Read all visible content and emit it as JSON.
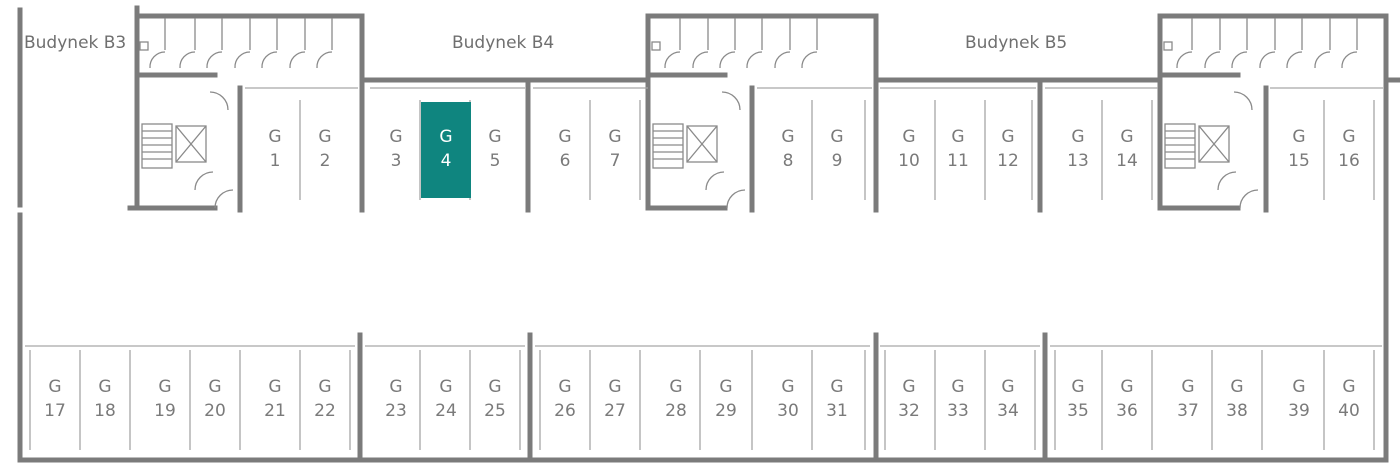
{
  "buildings": [
    {
      "label": "Budynek B3"
    },
    {
      "label": "Budynek B4"
    },
    {
      "label": "Budynek B5"
    }
  ],
  "spot_prefix": "G",
  "selected_spot": "4",
  "colors": {
    "wall": "#7b7b7b",
    "thin_line": "#a6a6a6",
    "selected_fill": "#0f857f",
    "text": "#777777"
  },
  "spots_top": [
    "1",
    "2",
    "3",
    "4",
    "5",
    "6",
    "7",
    "8",
    "9",
    "10",
    "11",
    "12",
    "13",
    "14",
    "15",
    "16"
  ],
  "spots_bottom": [
    "17",
    "18",
    "19",
    "20",
    "21",
    "22",
    "23",
    "24",
    "25",
    "26",
    "27",
    "28",
    "29",
    "30",
    "31",
    "32",
    "33",
    "34",
    "35",
    "36",
    "37",
    "38",
    "39",
    "40"
  ]
}
